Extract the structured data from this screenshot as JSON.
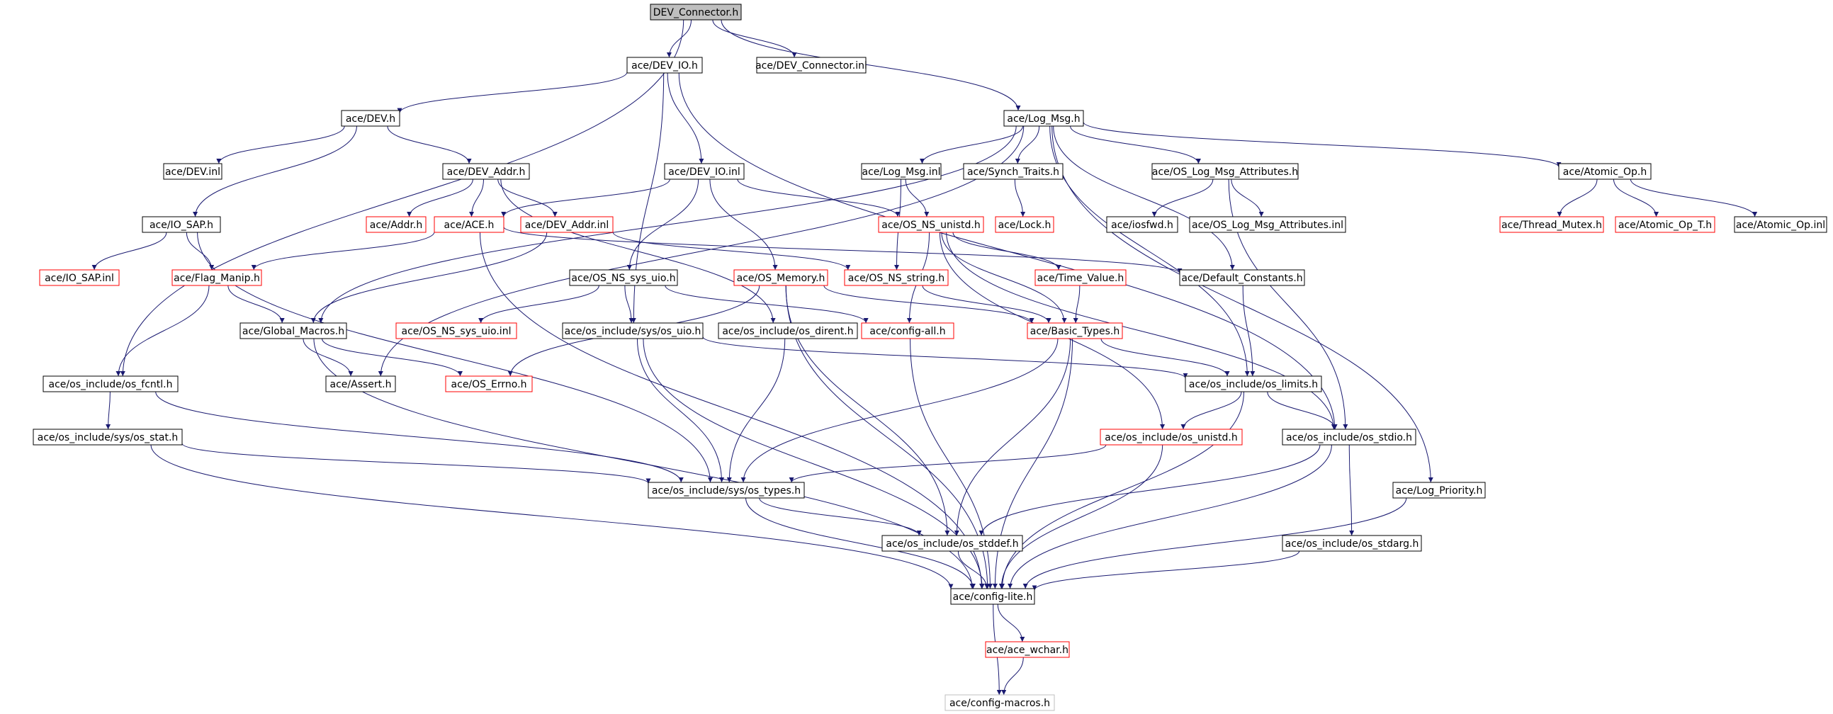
{
  "graph": {
    "colors": {
      "edge": "#191970",
      "box_normal": "#000000",
      "box_truncated": "#ff0000",
      "box_gray": "#bfbfbf",
      "root_fill": "#bfbfbf",
      "text": "#000000"
    },
    "nodes": [
      {
        "id": "dev_connector_h",
        "label": "DEV_Connector.h",
        "style": "root"
      },
      {
        "id": "dev_io_h",
        "label": "ace/DEV_IO.h",
        "style": "normal"
      },
      {
        "id": "dev_connector_inl",
        "label": "ace/DEV_Connector.inl",
        "style": "normal"
      },
      {
        "id": "dev_h",
        "label": "ace/DEV.h",
        "style": "normal"
      },
      {
        "id": "log_msg_h",
        "label": "ace/Log_Msg.h",
        "style": "normal"
      },
      {
        "id": "dev_inl",
        "label": "ace/DEV.inl",
        "style": "normal"
      },
      {
        "id": "dev_addr_h",
        "label": "ace/DEV_Addr.h",
        "style": "normal"
      },
      {
        "id": "dev_io_inl",
        "label": "ace/DEV_IO.inl",
        "style": "normal"
      },
      {
        "id": "log_msg_inl",
        "label": "ace/Log_Msg.inl",
        "style": "normal"
      },
      {
        "id": "synch_traits_h",
        "label": "ace/Synch_Traits.h",
        "style": "normal"
      },
      {
        "id": "os_log_msg_attr_h",
        "label": "ace/OS_Log_Msg_Attributes.h",
        "style": "normal"
      },
      {
        "id": "atomic_op_h",
        "label": "ace/Atomic_Op.h",
        "style": "normal"
      },
      {
        "id": "io_sap_h",
        "label": "ace/IO_SAP.h",
        "style": "normal"
      },
      {
        "id": "addr_h",
        "label": "ace/Addr.h",
        "style": "truncated"
      },
      {
        "id": "ace_h",
        "label": "ace/ACE.h",
        "style": "truncated"
      },
      {
        "id": "dev_addr_inl",
        "label": "ace/DEV_Addr.inl",
        "style": "truncated"
      },
      {
        "id": "os_ns_unistd_h",
        "label": "ace/OS_NS_unistd.h",
        "style": "truncated"
      },
      {
        "id": "lock_h",
        "label": "ace/Lock.h",
        "style": "truncated"
      },
      {
        "id": "iosfwd_h",
        "label": "ace/iosfwd.h",
        "style": "normal"
      },
      {
        "id": "os_log_msg_attr_inl",
        "label": "ace/OS_Log_Msg_Attributes.inl",
        "style": "normal"
      },
      {
        "id": "thread_mutex_h",
        "label": "ace/Thread_Mutex.h",
        "style": "truncated"
      },
      {
        "id": "atomic_op_t_h",
        "label": "ace/Atomic_Op_T.h",
        "style": "truncated"
      },
      {
        "id": "atomic_op_inl",
        "label": "ace/Atomic_Op.inl",
        "style": "normal"
      },
      {
        "id": "io_sap_inl",
        "label": "ace/IO_SAP.inl",
        "style": "truncated"
      },
      {
        "id": "flag_manip_h",
        "label": "ace/Flag_Manip.h",
        "style": "truncated"
      },
      {
        "id": "os_ns_sys_uio_h",
        "label": "ace/OS_NS_sys_uio.h",
        "style": "normal"
      },
      {
        "id": "os_memory_h",
        "label": "ace/OS_Memory.h",
        "style": "truncated"
      },
      {
        "id": "os_ns_string_h",
        "label": "ace/OS_NS_string.h",
        "style": "truncated"
      },
      {
        "id": "time_value_h",
        "label": "ace/Time_Value.h",
        "style": "truncated"
      },
      {
        "id": "default_constants_h",
        "label": "ace/Default_Constants.h",
        "style": "normal"
      },
      {
        "id": "global_macros_h",
        "label": "ace/Global_Macros.h",
        "style": "normal"
      },
      {
        "id": "os_ns_sys_uio_inl",
        "label": "ace/OS_NS_sys_uio.inl",
        "style": "truncated"
      },
      {
        "id": "os_include_sys_os_uio_h",
        "label": "ace/os_include/sys/os_uio.h",
        "style": "normal"
      },
      {
        "id": "os_include_os_dirent_h",
        "label": "ace/os_include/os_dirent.h",
        "style": "normal"
      },
      {
        "id": "config_all_h",
        "label": "ace/config-all.h",
        "style": "truncated"
      },
      {
        "id": "basic_types_h",
        "label": "ace/Basic_Types.h",
        "style": "truncated"
      },
      {
        "id": "os_include_os_fcntl_h",
        "label": "ace/os_include/os_fcntl.h",
        "style": "normal"
      },
      {
        "id": "assert_h",
        "label": "ace/Assert.h",
        "style": "normal"
      },
      {
        "id": "os_errno_h",
        "label": "ace/OS_Errno.h",
        "style": "truncated"
      },
      {
        "id": "os_include_os_limits_h",
        "label": "ace/os_include/os_limits.h",
        "style": "normal"
      },
      {
        "id": "os_include_sys_os_stat_h",
        "label": "ace/os_include/sys/os_stat.h",
        "style": "normal"
      },
      {
        "id": "os_include_os_unistd_h",
        "label": "ace/os_include/os_unistd.h",
        "style": "truncated"
      },
      {
        "id": "os_include_os_stdio_h",
        "label": "ace/os_include/os_stdio.h",
        "style": "normal"
      },
      {
        "id": "os_include_sys_os_types_h",
        "label": "ace/os_include/sys/os_types.h",
        "style": "normal"
      },
      {
        "id": "log_priority_h",
        "label": "ace/Log_Priority.h",
        "style": "normal"
      },
      {
        "id": "os_include_os_stddef_h",
        "label": "ace/os_include/os_stddef.h",
        "style": "normal"
      },
      {
        "id": "os_include_os_stdarg_h",
        "label": "ace/os_include/os_stdarg.h",
        "style": "normal"
      },
      {
        "id": "config_lite_h",
        "label": "ace/config-lite.h",
        "style": "normal"
      },
      {
        "id": "ace_wchar_h",
        "label": "ace/ace_wchar.h",
        "style": "truncated"
      },
      {
        "id": "config_macros_h",
        "label": "ace/config-macros.h",
        "style": "gray"
      }
    ],
    "edges": [
      [
        "dev_connector_h",
        "dev_io_h"
      ],
      [
        "dev_connector_h",
        "dev_connector_inl"
      ],
      [
        "dev_connector_h",
        "log_msg_h"
      ],
      [
        "dev_connector_h",
        "os_include_os_fcntl_h"
      ],
      [
        "dev_io_h",
        "dev_h"
      ],
      [
        "dev_io_h",
        "dev_io_inl"
      ],
      [
        "dev_io_h",
        "os_include_sys_os_uio_h"
      ],
      [
        "dev_io_h",
        "os_include_os_stdio_h"
      ],
      [
        "dev_h",
        "dev_inl"
      ],
      [
        "dev_h",
        "dev_addr_h"
      ],
      [
        "dev_h",
        "io_sap_h"
      ],
      [
        "dev_addr_h",
        "addr_h"
      ],
      [
        "dev_addr_h",
        "ace_h"
      ],
      [
        "dev_addr_h",
        "dev_addr_inl"
      ],
      [
        "dev_addr_h",
        "os_include_os_dirent_h"
      ],
      [
        "dev_io_inl",
        "ace_h"
      ],
      [
        "dev_io_inl",
        "os_ns_unistd_h"
      ],
      [
        "dev_io_inl",
        "os_ns_sys_uio_h"
      ],
      [
        "dev_io_inl",
        "os_memory_h"
      ],
      [
        "log_msg_h",
        "log_msg_inl"
      ],
      [
        "log_msg_h",
        "synch_traits_h"
      ],
      [
        "log_msg_h",
        "os_log_msg_attr_h"
      ],
      [
        "log_msg_h",
        "atomic_op_h"
      ],
      [
        "log_msg_h",
        "default_constants_h"
      ],
      [
        "log_msg_h",
        "global_macros_h"
      ],
      [
        "log_msg_h",
        "assert_h"
      ],
      [
        "log_msg_h",
        "os_include_os_limits_h"
      ],
      [
        "log_msg_h",
        "log_priority_h"
      ],
      [
        "log_msg_inl",
        "os_ns_unistd_h"
      ],
      [
        "log_msg_inl",
        "os_ns_string_h"
      ],
      [
        "synch_traits_h",
        "lock_h"
      ],
      [
        "os_log_msg_attr_h",
        "iosfwd_h"
      ],
      [
        "os_log_msg_attr_h",
        "os_log_msg_attr_inl"
      ],
      [
        "os_log_msg_attr_h",
        "os_include_os_stdio_h"
      ],
      [
        "atomic_op_h",
        "thread_mutex_h"
      ],
      [
        "atomic_op_h",
        "atomic_op_t_h"
      ],
      [
        "atomic_op_h",
        "atomic_op_inl"
      ],
      [
        "io_sap_h",
        "io_sap_inl"
      ],
      [
        "io_sap_h",
        "flag_manip_h"
      ],
      [
        "io_sap_h",
        "os_include_sys_os_types_h"
      ],
      [
        "ace_h",
        "flag_manip_h"
      ],
      [
        "ace_h",
        "default_constants_h"
      ],
      [
        "ace_h",
        "config_lite_h"
      ],
      [
        "dev_addr_inl",
        "os_ns_string_h"
      ],
      [
        "dev_addr_inl",
        "global_macros_h"
      ],
      [
        "flag_manip_h",
        "global_macros_h"
      ],
      [
        "flag_manip_h",
        "os_include_os_fcntl_h"
      ],
      [
        "os_ns_unistd_h",
        "time_value_h"
      ],
      [
        "os_ns_unistd_h",
        "basic_types_h"
      ],
      [
        "os_ns_unistd_h",
        "config_all_h"
      ],
      [
        "os_ns_unistd_h",
        "os_include_os_unistd_h"
      ],
      [
        "os_ns_unistd_h",
        "os_include_os_stdio_h"
      ],
      [
        "os_ns_sys_uio_h",
        "os_ns_sys_uio_inl"
      ],
      [
        "os_ns_sys_uio_h",
        "os_include_sys_os_uio_h"
      ],
      [
        "os_ns_sys_uio_h",
        "config_all_h"
      ],
      [
        "os_memory_h",
        "os_errno_h"
      ],
      [
        "os_memory_h",
        "basic_types_h"
      ],
      [
        "os_memory_h",
        "os_include_os_stddef_h"
      ],
      [
        "os_memory_h",
        "config_lite_h"
      ],
      [
        "os_ns_string_h",
        "basic_types_h"
      ],
      [
        "time_value_h",
        "basic_types_h"
      ],
      [
        "default_constants_h",
        "os_include_os_limits_h"
      ],
      [
        "global_macros_h",
        "assert_h"
      ],
      [
        "global_macros_h",
        "os_errno_h"
      ],
      [
        "global_macros_h",
        "config_lite_h"
      ],
      [
        "os_include_sys_os_uio_h",
        "os_include_sys_os_types_h"
      ],
      [
        "os_include_sys_os_uio_h",
        "os_include_os_limits_h"
      ],
      [
        "os_include_sys_os_uio_h",
        "config_lite_h"
      ],
      [
        "os_include_os_dirent_h",
        "os_include_sys_os_types_h"
      ],
      [
        "config_all_h",
        "config_lite_h"
      ],
      [
        "basic_types_h",
        "os_include_os_limits_h"
      ],
      [
        "basic_types_h",
        "os_include_sys_os_types_h"
      ],
      [
        "basic_types_h",
        "os_include_os_stddef_h"
      ],
      [
        "basic_types_h",
        "config_lite_h"
      ],
      [
        "os_include_os_fcntl_h",
        "os_include_sys_os_stat_h"
      ],
      [
        "os_include_os_fcntl_h",
        "os_include_sys_os_types_h"
      ],
      [
        "os_include_sys_os_stat_h",
        "os_include_sys_os_types_h"
      ],
      [
        "os_include_sys_os_stat_h",
        "config_lite_h"
      ],
      [
        "os_include_os_limits_h",
        "os_include_os_unistd_h"
      ],
      [
        "os_include_os_limits_h",
        "os_include_os_stdio_h"
      ],
      [
        "os_include_os_limits_h",
        "config_lite_h"
      ],
      [
        "os_include_os_unistd_h",
        "os_include_sys_os_types_h"
      ],
      [
        "os_include_os_unistd_h",
        "config_lite_h"
      ],
      [
        "os_include_os_stdio_h",
        "os_include_os_stdarg_h"
      ],
      [
        "os_include_os_stdio_h",
        "os_include_os_stddef_h"
      ],
      [
        "os_include_os_stdio_h",
        "config_lite_h"
      ],
      [
        "os_include_sys_os_types_h",
        "os_include_os_stddef_h"
      ],
      [
        "os_include_sys_os_types_h",
        "config_lite_h"
      ],
      [
        "os_include_os_stddef_h",
        "config_lite_h"
      ],
      [
        "os_include_os_stdarg_h",
        "config_lite_h"
      ],
      [
        "log_priority_h",
        "config_lite_h"
      ],
      [
        "config_lite_h",
        "ace_wchar_h"
      ],
      [
        "config_lite_h",
        "config_macros_h"
      ],
      [
        "ace_wchar_h",
        "config_macros_h"
      ]
    ]
  }
}
